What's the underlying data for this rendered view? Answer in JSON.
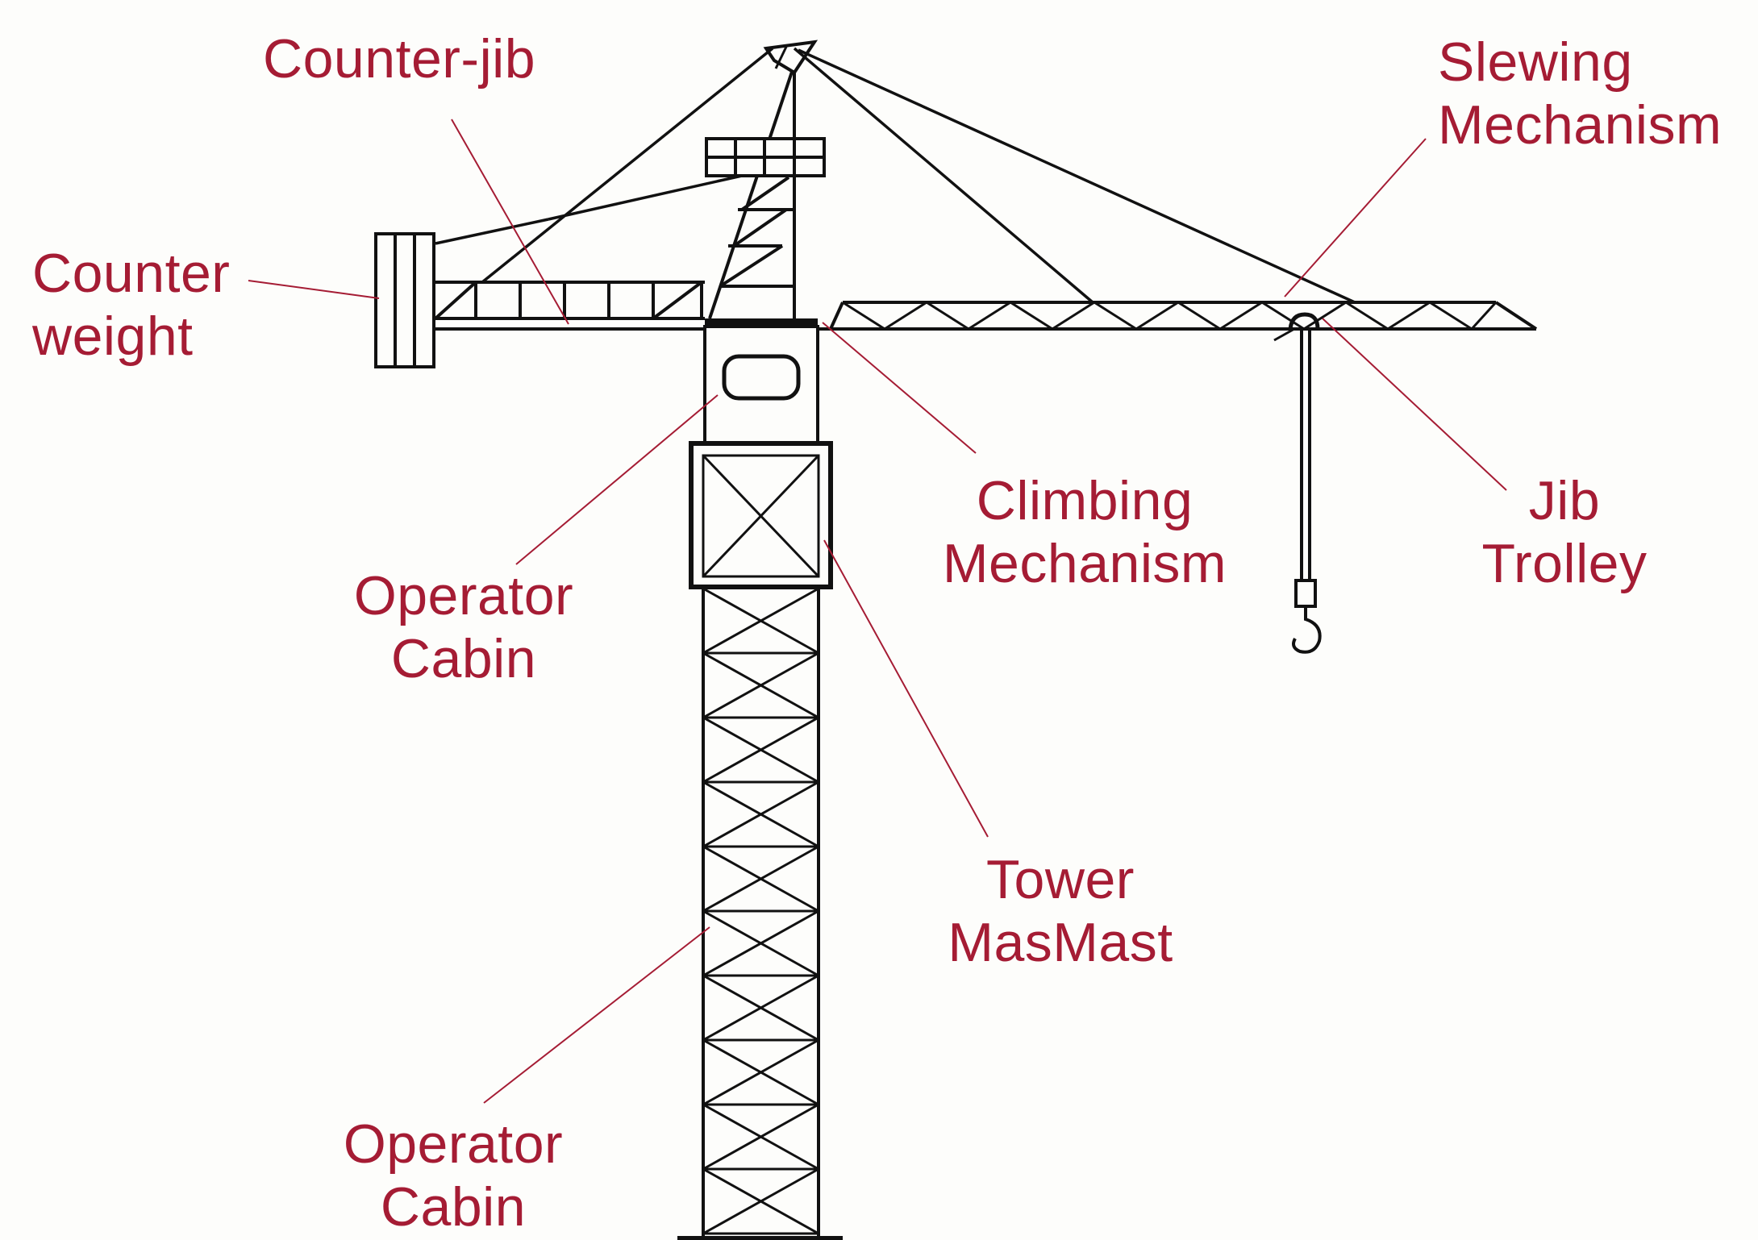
{
  "diagram": {
    "labels": {
      "counter_jib": "Counter-jib",
      "slewing_mechanism": "Slewing\nMechanism",
      "counter_weight": "Counter\nweight",
      "climbing_mechanism": "Climbing\nMechanism",
      "jib_trolley": "Jib\nTrolley",
      "operator_cabin_upper": "Operator\nCabin",
      "tower_mast": "Tower\nMasMast",
      "operator_cabin_lower": "Operator\nCabin"
    }
  },
  "colors": {
    "label": "#a51c34",
    "leader": "#a51c34",
    "ink": "#111111",
    "background": "#fdfdfb"
  }
}
